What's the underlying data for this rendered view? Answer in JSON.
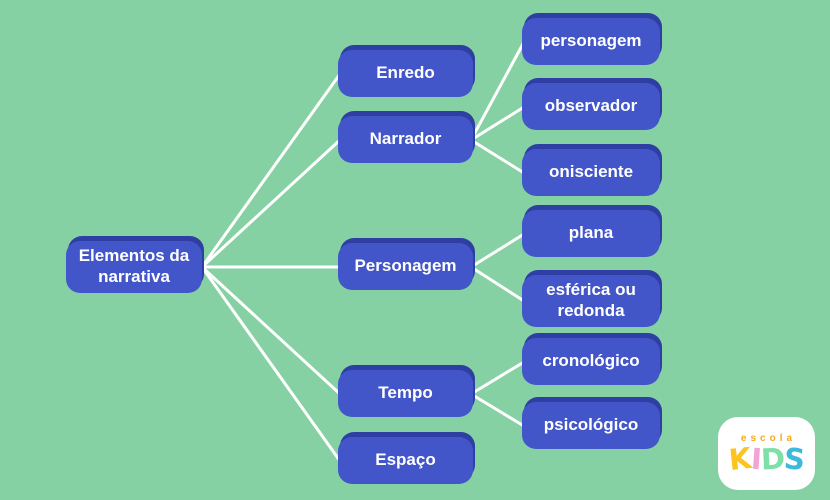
{
  "diagram": {
    "root_label": "Elementos da narrativa",
    "branches": [
      {
        "label": "Enredo",
        "children": []
      },
      {
        "label": "Narrador",
        "children": [
          "personagem",
          "observador",
          "onisciente"
        ]
      },
      {
        "label": "Personagem",
        "children": [
          "plana",
          "esférica ou redonda"
        ]
      },
      {
        "label": "Tempo",
        "children": [
          "cronológico",
          "psicológico"
        ]
      },
      {
        "label": "Espaço",
        "children": []
      }
    ]
  },
  "logo": {
    "top_text": "escola",
    "letters": [
      "K",
      "I",
      "D",
      "S"
    ]
  },
  "colors": {
    "background": "#85d1a3",
    "node_fill": "#4356c9",
    "node_shadow": "#2f3ea3",
    "node_text": "#ffffff",
    "connector": "#ffffff",
    "logo_badge": "#ffffff",
    "logo_escola": "#f6a91e",
    "logo_k": "#fdc31f",
    "logo_i": "#f4a3d7",
    "logo_d": "#7de0a6",
    "logo_s": "#3cbadb"
  }
}
